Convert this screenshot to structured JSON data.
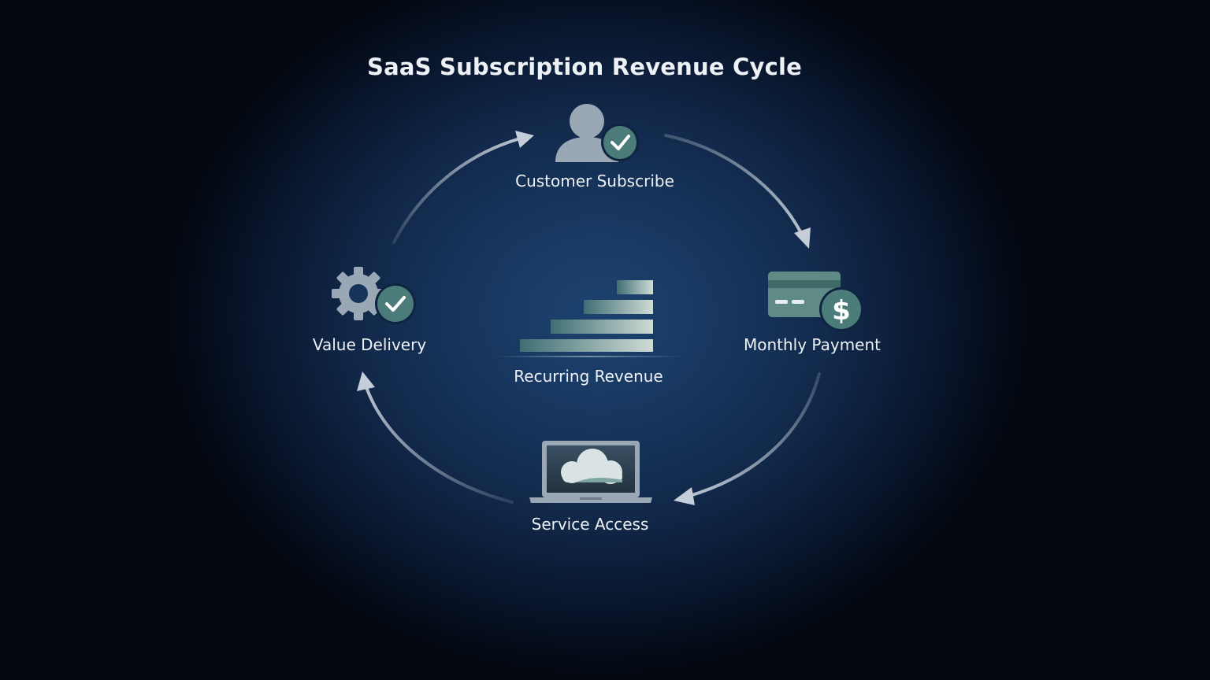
{
  "title": "SaaS Subscription Revenue Cycle",
  "center": {
    "label": "Recurring Revenue",
    "icon": "bar-chart-icon"
  },
  "nodes": [
    {
      "id": "subscribe",
      "label": "Customer Subscribe",
      "icon": "user-check-icon"
    },
    {
      "id": "payment",
      "label": "Monthly Payment",
      "icon": "credit-card-dollar-icon"
    },
    {
      "id": "access",
      "label": "Service Access",
      "icon": "laptop-cloud-icon"
    },
    {
      "id": "delivery",
      "label": "Value Delivery",
      "icon": "gear-check-icon"
    }
  ],
  "cycle_order": [
    "Customer Subscribe",
    "Monthly Payment",
    "Service Access",
    "Value Delivery"
  ],
  "colors": {
    "background_center": "#1d4270",
    "background_edge": "#02060d",
    "accent_teal": "#4c7c7a",
    "icon_gray": "#9aa7b4",
    "arrow": "#c4cdd8",
    "text": "#eef2f6"
  }
}
